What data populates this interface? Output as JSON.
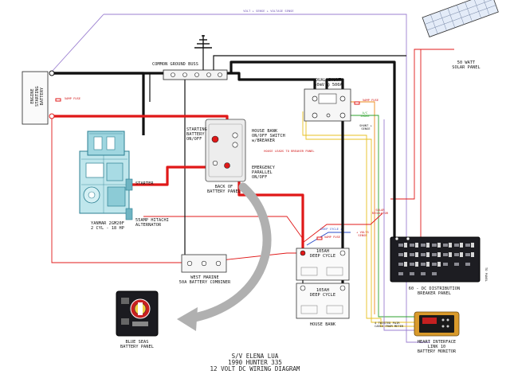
{
  "title": {
    "line1": "S/V ELENA LUA",
    "line2": "1990 HUNTER 335",
    "line3": "12 VOLT DC WIRING DIAGRAM"
  },
  "labels": {
    "engine_starting_battery": "ENGINE\nSTARTING\nBATTERY",
    "common_ground_buss": "COMMON GROUND BUSS",
    "starting_battery_onoff": "STARTING\nBATTERY\nON/OFF",
    "house_bank_switch": "HOUSE BANK\nON/OFF SWITCH\nw/BREAKER",
    "emergency_parallel": "EMERGENCY\nPARALLEL\nON/OFF",
    "back_of_battery_panel": "BACK OF\nBATTERY PANEL",
    "dual_shunt": "DUAL SHUNT\n50mV @ 500A",
    "starter": "STARTER",
    "alternator": "55AMP HITACHI\nALTERNATOR",
    "engine": "YANMAR 2GM20F\n2 CYL - 18 HP",
    "battery_combiner": "WEST MARINE\n50A BATTERY COMBINER",
    "deep_cycle_1": "105AH\nDEEP CYCLE",
    "deep_cycle_2": "105AH\nDEEP CYCLE",
    "house_bank": "HOUSE BANK",
    "solar_panel": "50 WATT\nSOLAR PANEL",
    "dc_panel": "60 - DC DISTRIBUTION\nBREAKER PANEL",
    "blue_seas_panel": "BLUE SEAS\nBATTERY PANEL",
    "heart_interface": "HEART INTERFACE\nLINK 10\nBATTERY MONITOR",
    "house_leads": "HOUSE LEADS TO BREAKER PANEL",
    "amp_fuse_1": "5AMP FUSE",
    "amp_fuse_2": "5AMP FUSE",
    "amp_fuse_3": "5AMP FUSE",
    "voltage_sense": "VOLT + SENSE + VOLTAGE SENSE",
    "twisted_pair": "4 TWISTED PAIR\nCABLE FROM METER",
    "solar_regulator": "SOLAR\nREGULATOR",
    "to_panel": "TO PANEL",
    "ac_note": "A/C\nSHORE",
    "shunt_note": "SHUNT +\nSENSE",
    "sense_note": "+ VOLTS\nSENSE",
    "deep_note": "DEEP CYCLE +"
  },
  "colors": {
    "positive": "#e01818",
    "negative": "#111111",
    "ground": "#111111",
    "sense_purple": "#9b7fd0",
    "sense_yellow": "#e8c020",
    "sense_orange": "#ee8a1a",
    "sense_green": "#2ca02c",
    "engine_body": "#5ab8c8",
    "arrow_gray": "#b0b0b0"
  }
}
